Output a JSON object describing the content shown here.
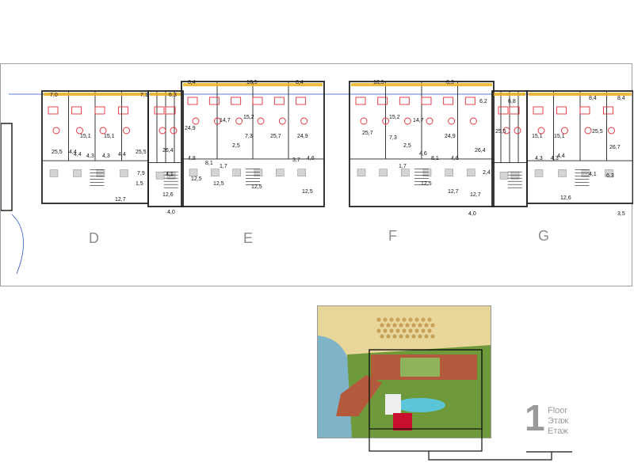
{
  "sections": [
    "D",
    "E",
    "F",
    "G"
  ],
  "floor": {
    "number": "1",
    "labels": [
      "Floor",
      "Этаж",
      "Етаж"
    ]
  },
  "room_areas": [
    "7,0",
    "7,1",
    "6,3",
    "6,4",
    "10,5",
    "6,4",
    "10,5",
    "6,3",
    "6,2",
    "6,8",
    "8,4",
    "8,4",
    "15,1",
    "15,1",
    "25,5",
    "25,5",
    "4,3",
    "4,3",
    "4,4",
    "4,4",
    "26,4",
    "24,9",
    "14,7",
    "15,2",
    "25,7",
    "24,9",
    "25,7",
    "15,2",
    "14,7",
    "24,9",
    "26,4",
    "25,5",
    "15,1",
    "15,1",
    "25,5",
    "26,7",
    "7,3",
    "7,3",
    "2,5",
    "2,5",
    "4,8",
    "4,6",
    "4,6",
    "4,6",
    "8,1",
    "8,1",
    "3,7",
    "1,7",
    "1,7",
    "7,9",
    "1,5",
    "12,7",
    "12,6",
    "12,5",
    "12,5",
    "12,5",
    "12,5",
    "12,5",
    "12,7",
    "12,7",
    "12,6",
    "4,1",
    "4,1",
    "4,0",
    "4,0",
    "2,4",
    "4,3",
    "4,3",
    "6,3",
    "3,5",
    "4,4",
    "4,4"
  ],
  "colors": {
    "walls": "#222222",
    "furniture": "#e0303a",
    "bath": "#d4d4d4",
    "balcony": "#f0b020",
    "dimension": "#2d55c8",
    "beach": "#e9d69a",
    "lawn": "#6f9a3c",
    "pool": "#5cc6d8",
    "roof": "#b45a3c",
    "badge": "#c8102e"
  },
  "icons": [
    "floor-plan",
    "site-aerial-map"
  ]
}
